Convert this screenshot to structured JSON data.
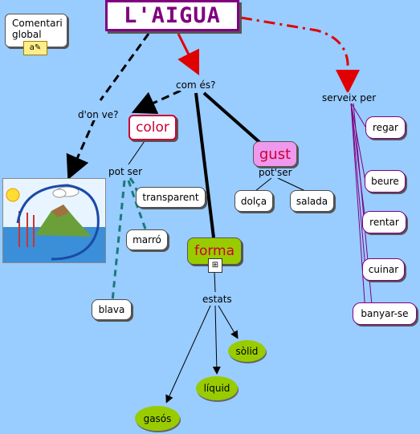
{
  "title": "L'AIGUA",
  "comment": {
    "line1": "Comentari",
    "line2": "global"
  },
  "concepts": {
    "color": "color",
    "gust": "gust",
    "forma": "forma",
    "transparent": "transparent",
    "marro": "marró",
    "blava": "blava",
    "dolca": "dolça",
    "salada": "salada",
    "solid": "sòlid",
    "liquid": "líquid",
    "gasos": "gasós",
    "regar": "regar",
    "beure": "beure",
    "rentar": "rentar",
    "cuinar": "cuinar",
    "banyarse": "banyar-se"
  },
  "links": {
    "com_es": "com és?",
    "don_ve": "d'on ve?",
    "serveix_per": "serveix per",
    "pot_ser_color": "pot ser",
    "pot_ser_gust": "pot'ser",
    "estats": "estats"
  },
  "colors": {
    "background": "#99ccff",
    "title": "#800080",
    "accent_red": "#cc0033",
    "state_green": "#99cc00",
    "gust_pink": "#ee99ee",
    "link_teal": "#1a7a7a"
  },
  "icons": {
    "comment": "note-icon",
    "submap": "submap-icon"
  }
}
